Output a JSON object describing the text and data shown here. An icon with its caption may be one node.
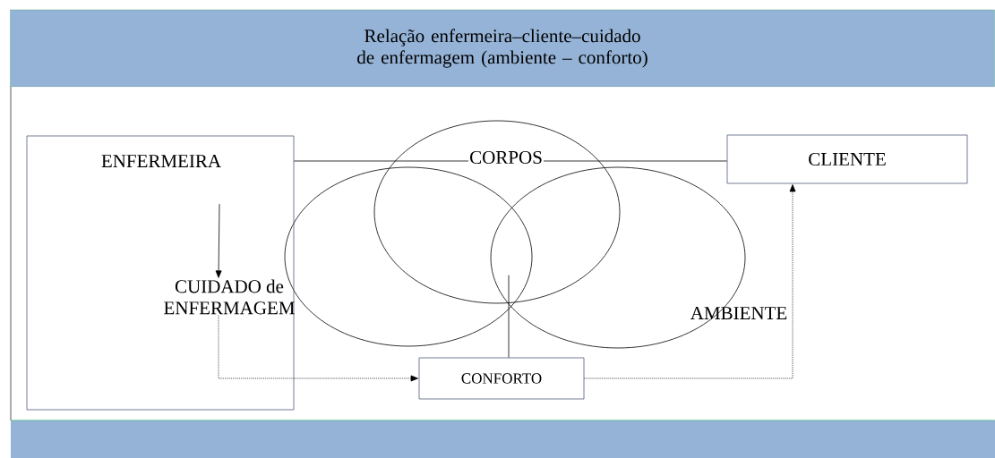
{
  "diagram": {
    "nodes": [
      {
        "text": [
          "Relação enfermeira–cliente–cuidado de enfermagem (ambiente – conforto)"
        ]
      },
      {
        "text": [],
        "shape": "box"
      },
      {
        "text": [
          "ENFERMEIRA"
        ],
        "in": 1
      },
      {
        "text": [
          "CUIDADO de ENFERMAGEM"
        ],
        "in": 1
      },
      {
        "text": [
          "CORPOS"
        ]
      },
      {
        "text": [
          "CLIENTE"
        ]
      },
      {
        "text": [
          "AMBIENTE"
        ]
      },
      {
        "text": [
          "CONFORTO"
        ]
      }
    ],
    "edges": [
      {
        "from": 1,
        "to": 4,
        "arrow": "none"
      },
      {
        "from": 4,
        "to": 5,
        "arrow": "none"
      },
      {
        "from": 2,
        "to": 3,
        "arrow": "to"
      },
      {
        "from": 3,
        "to": 7,
        "arrow": "to",
        "style": "dashed"
      },
      {
        "from": 7,
        "to": 5,
        "arrow": "to",
        "style": "dashed"
      },
      {
        "from": 7,
        "to": null,
        "arrow": "none"
      }
    ]
  }
}
